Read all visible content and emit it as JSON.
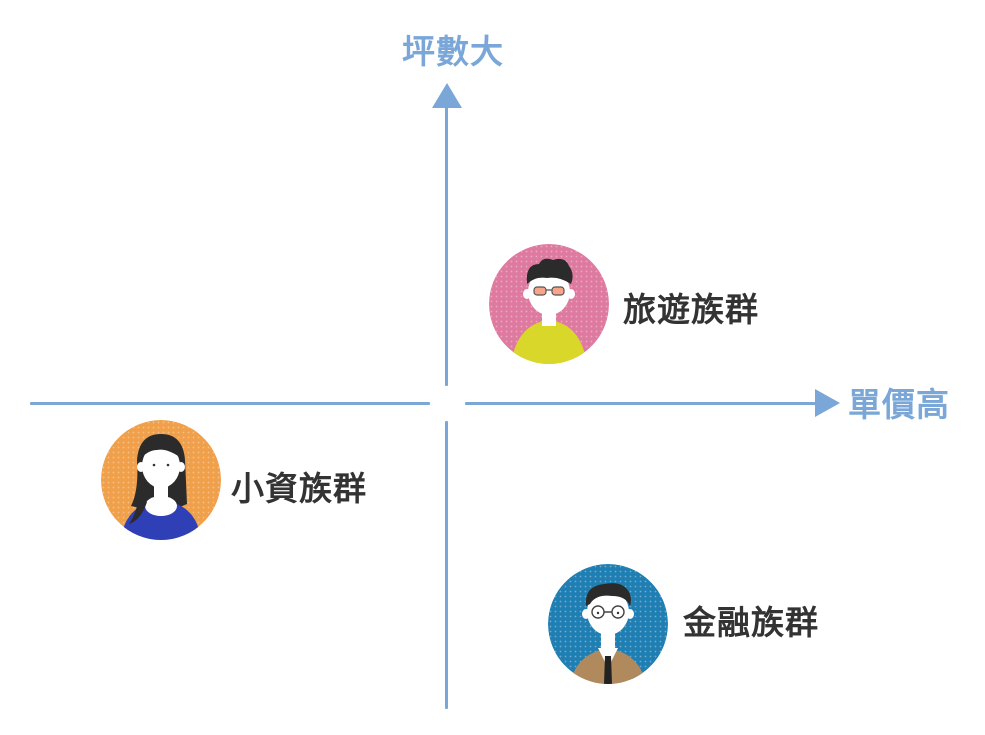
{
  "axes": {
    "y_label": "坪數大",
    "x_label": "單價高",
    "color": "#7aa7d8"
  },
  "personas": [
    {
      "name": "旅遊族群",
      "bg_color": "#de7aa0",
      "shirt_color": "#d9d72a",
      "icon": "young-man-glasses-avatar-icon"
    },
    {
      "name": "小資族群",
      "bg_color": "#f0a04b",
      "shirt_color": "#2f3fb5",
      "icon": "young-woman-avatar-icon"
    },
    {
      "name": "金融族群",
      "bg_color": "#1f7fb3",
      "shirt_color": "#b08a5c",
      "icon": "businessman-avatar-icon"
    }
  ]
}
